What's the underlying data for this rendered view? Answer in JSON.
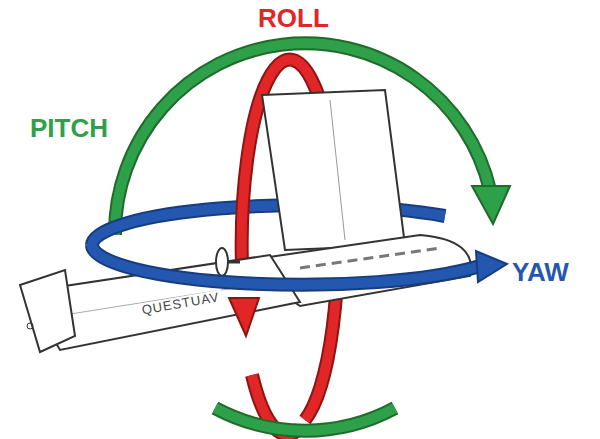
{
  "diagram": {
    "labels": [
      "ROLL",
      "PITCH",
      "YAW",
      "QUESTUAV"
    ]
  }
}
